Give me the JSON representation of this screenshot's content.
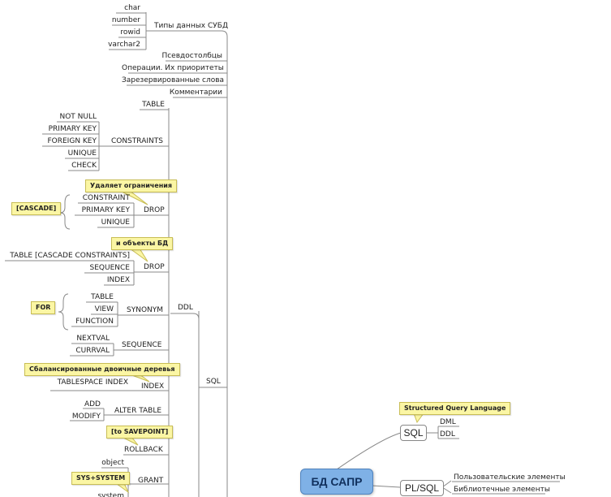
{
  "root": "БД САПР",
  "nodes": {
    "sql": "SQL",
    "plsql": "PL/SQL",
    "dml": "DML",
    "ddl_right": "DDL",
    "ddl": "DDL",
    "sql_branch": "SQL",
    "user_elements": "Пользовательские элементы",
    "lib_elements": "Библиотечные элементы"
  },
  "types": {
    "title": "Типы данных СУБД",
    "items": [
      "char",
      "number",
      "rowid",
      "varchar2"
    ]
  },
  "top_items": [
    "Псевдостолбцы",
    "Операции. Их приоритеты",
    "Зарезервированные слова",
    "Комментарии"
  ],
  "ddl_items": {
    "table": "TABLE",
    "constraints": "CONSTRAINTS",
    "constraints_children": [
      "NOT NULL",
      "PRIMARY KEY",
      "FOREIGN KEY",
      "UNIQUE",
      "CHECK"
    ],
    "drop1": "DROP",
    "drop1_children": [
      "CONSTRAINT",
      "PRIMARY KEY",
      "UNIQUE"
    ],
    "drop2": "DROP",
    "drop2_children": [
      "TABLE [CASCADE CONSTRAINTS]",
      "SEQUENCE",
      "INDEX"
    ],
    "synonym": "SYNONYM",
    "synonym_children": [
      "TABLE",
      "VIEW",
      "FUNCTION"
    ],
    "sequence": "SEQUENCE",
    "sequence_children": [
      "NEXTVAL",
      "CURRVAL"
    ],
    "index": "INDEX",
    "index_children": [
      "TABLESPACE INDEX"
    ],
    "alter": "ALTER TABLE",
    "alter_children": [
      "ADD",
      "MODIFY"
    ],
    "rollback": "ROLLBACK",
    "grant": "GRANT",
    "grant_children": [
      "object",
      "system"
    ]
  },
  "callouts": {
    "structured": "Structured Query Language",
    "removes_constraints": "Удаляет ограничения",
    "cascade": "[CASCADE]",
    "and_objects": "и объекты БД",
    "for": "FOR",
    "btree": "Сбалансированные двоичные деревья",
    "savepoint": "[to SAVEPOINT]",
    "sys_system": "SYS+SYSTEM"
  }
}
